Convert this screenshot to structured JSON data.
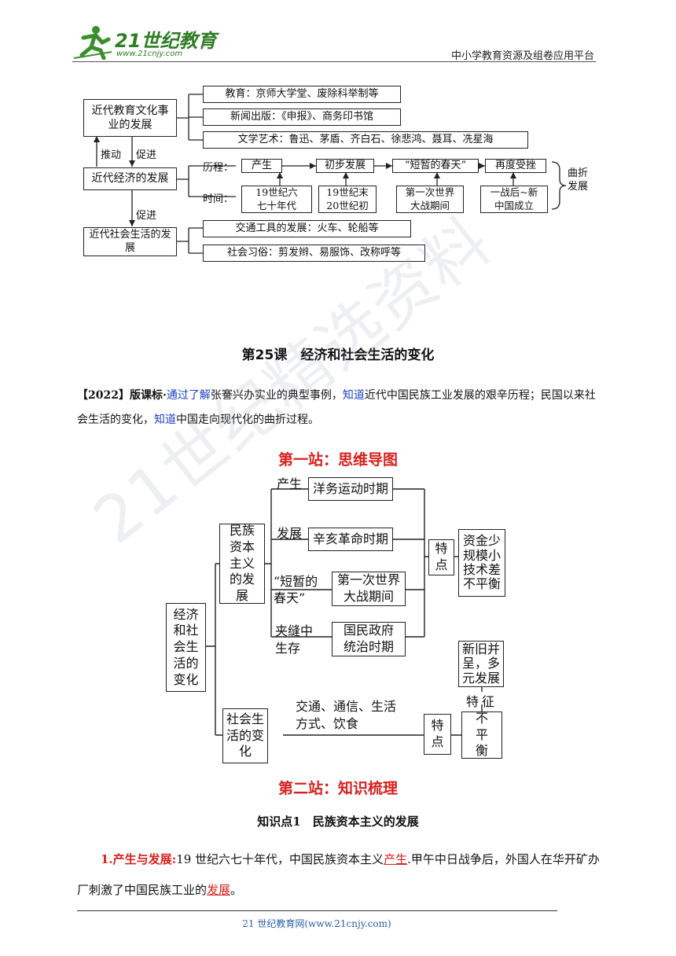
{
  "header": {
    "logo_text": "21世纪教育",
    "logo_url": "www.21cnjy.com",
    "right_text": "中小学教育资源及组卷应用平台"
  },
  "diagram1": {
    "edu_culture": "近代教育文化事业的发展",
    "economy": "近代经济的发展",
    "society": "近代社会生活的发展",
    "push": "推动",
    "promote1": "促进",
    "promote2": "促进",
    "education": "教育：京师大学堂、废除科举制等",
    "press": "新闻出版：《申报》、商务印书馆",
    "literature": "文学艺术：鲁迅、茅盾、齐白石、徐悲鸿、聂耳、冼星海",
    "process_label": "历程：",
    "time_label": "时间：",
    "stages": [
      "产生",
      "初步发展",
      "“短暂的春天”",
      "再度受挫"
    ],
    "times": [
      "19世纪六七十年代",
      "19世纪末20世纪初",
      "第一次世界大战期间",
      "一战后~新中国成立"
    ],
    "winding": "曲折发展",
    "transport": "交通工具的发展：火车、轮船等",
    "customs": "社会习俗：剪发辫、易服饰、改称呼等"
  },
  "lesson": {
    "title": "第25课　经济和社会生活的变化",
    "standard_tag": "【2022】版课标·",
    "p1": "通过了解",
    "p2": "张謇兴办实业的典型事例，",
    "p3": "知道",
    "p4": "近代中国民族工业发展的艰辛历程；民国以来社会生活的变化，",
    "p5": "知道",
    "p6": "中国走向现代化的曲折过程。"
  },
  "station1": "第一站：思维导图",
  "mindmap": {
    "root": "经济和社会生活的变化",
    "capitalism": "民族资本主义的发展",
    "social": "社会生活的变化",
    "branch_labels": [
      "产生",
      "发展",
      "“短暂的春天”",
      "夹缝中生存"
    ],
    "periods": [
      "洋务运动时期",
      "辛亥革命时期",
      "第一次世界大战期间",
      "国民政府统治时期"
    ],
    "feature": "特点",
    "feature_desc": "资金少规模小技术差不平衡",
    "social_items": "交通、通信、生活方式、饮食",
    "social_feature": "特点",
    "uneven": "不平衡",
    "trait": "特征",
    "trait_desc": "新旧并呈，多元发展"
  },
  "station2": "第二站：知识梳理",
  "knowledge": {
    "title": "知识点1　民族资本主义的发展",
    "label": "1.产生与发展:",
    "t1": "19 世纪六七十年代，中国民族资本主义",
    "k1": "产生",
    "t2": ".甲午中日战争后，外国人在华开矿办厂刺激了中国民族工业的",
    "k2": "发展",
    "t3": "。"
  },
  "footer": "21 世纪教育网(www.21cnjy.com)",
  "watermark": "21世纪精选资料"
}
